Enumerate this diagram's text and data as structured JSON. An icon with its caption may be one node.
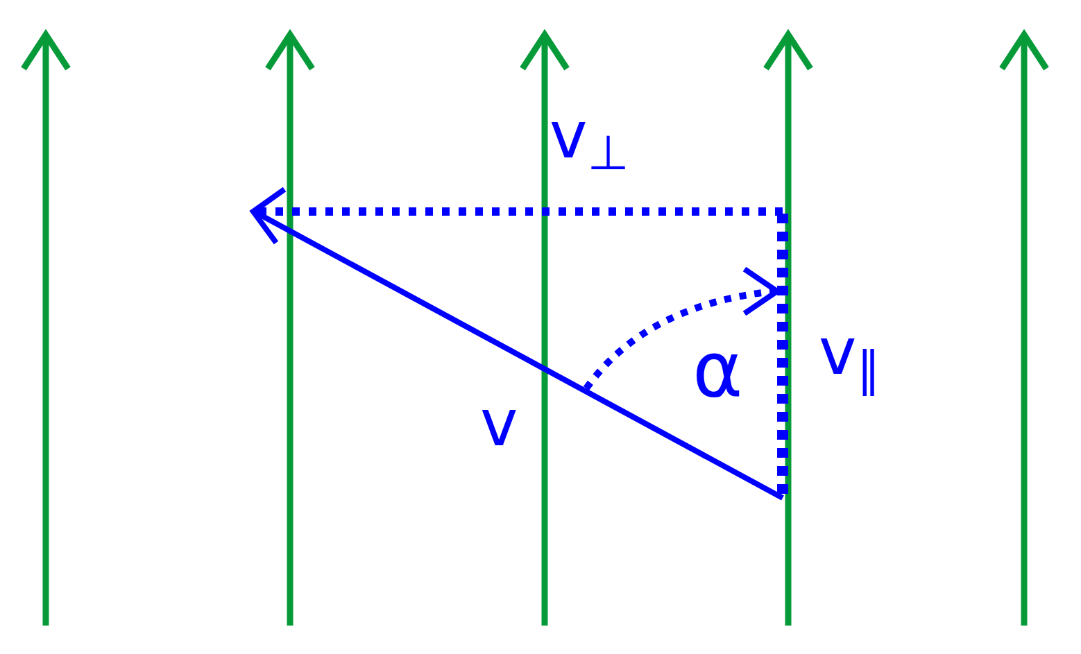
{
  "diagram": {
    "labels": [
      "v$_{⊥}$",
      "α",
      "v$_{∥}$",
      "v"
    ]
  }
}
